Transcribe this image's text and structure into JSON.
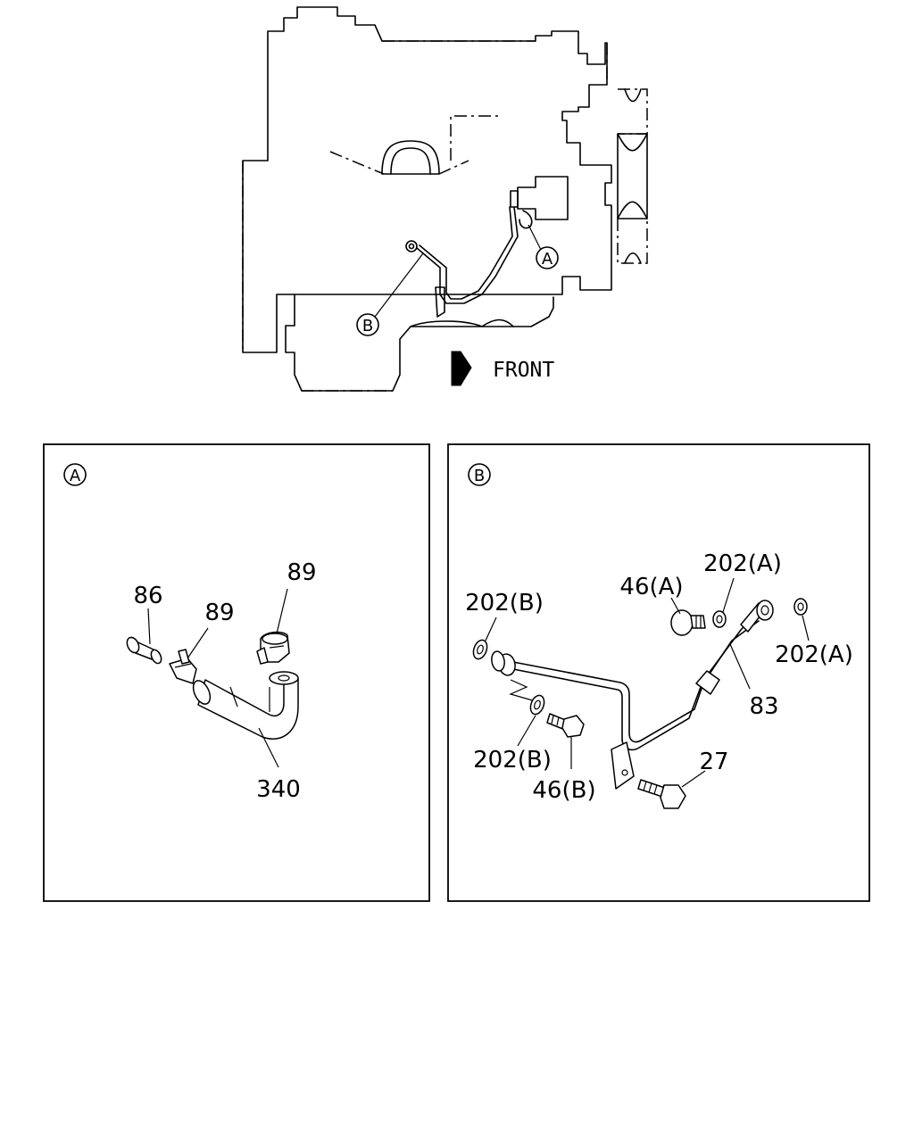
{
  "overview": {
    "direction_label": "FRONT",
    "callout_a": "A",
    "callout_b": "B"
  },
  "detail_a": {
    "badge": "A",
    "labels": {
      "p86": "86",
      "p89_clip_small": "89",
      "p89_clip_large": "89",
      "p340_hose": "340"
    }
  },
  "detail_b": {
    "badge": "B",
    "labels": {
      "p202b_top": "202(B)",
      "p46a": "46(A)",
      "p202a_top": "202(A)",
      "p202a_right": "202(A)",
      "p83": "83",
      "p202b_bottom": "202(B)",
      "p46b": "46(B)",
      "p27": "27"
    }
  },
  "colors": {
    "ink": "#000000",
    "paper": "#ffffff"
  }
}
